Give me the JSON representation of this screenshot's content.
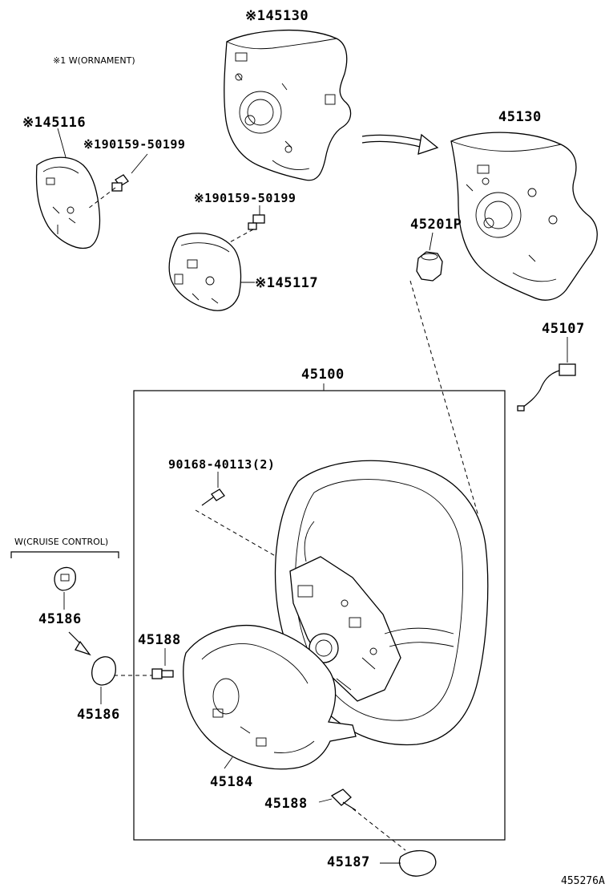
{
  "labels": {
    "pad_top": "※145130",
    "ornament_note": "※1 W(ORNAMENT)",
    "ornament_left": "※145116",
    "screw_left": "※190159-50199",
    "screw_mid": "※190159-50199",
    "ornament_right": "※145117",
    "pad_right": "45130",
    "nut": "45201P",
    "wire": "45107",
    "wheel_assy": "45100",
    "bolt": "90168-40113(2)",
    "cruise_note": "W(CRUISE CONTROL)",
    "switch_upper": "45186",
    "switch_lower": "45186",
    "screw_upper": "45188",
    "cover": "45184",
    "screw_lower": "45188",
    "cap": "45187",
    "ref_code": "455276A"
  }
}
